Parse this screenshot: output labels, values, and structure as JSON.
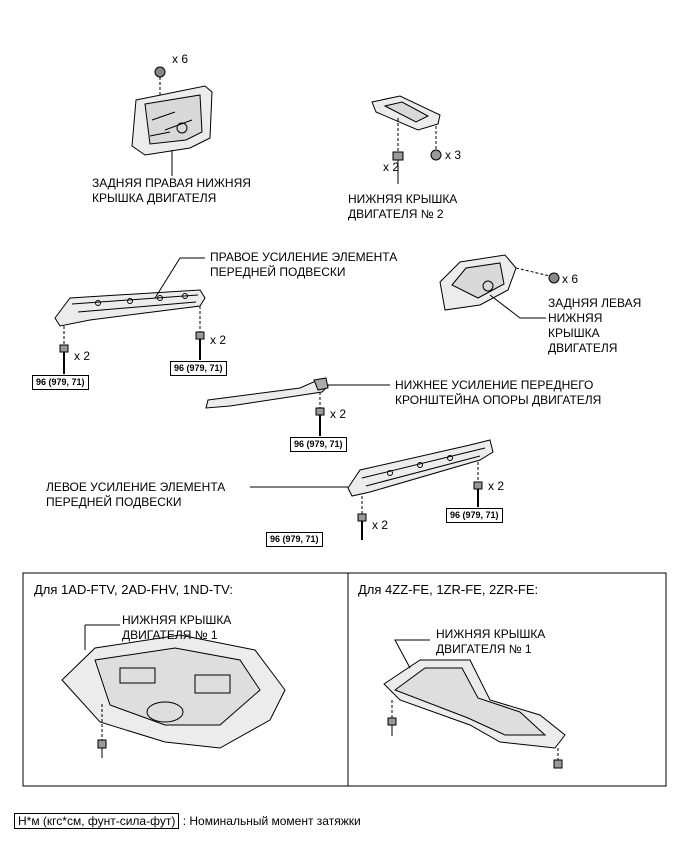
{
  "parts": {
    "rear_right_cover": {
      "lines": [
        "ЗАДНЯЯ ПРАВАЯ НИЖНЯЯ",
        "КРЫШКА ДВИГАТЕЛЯ"
      ],
      "qty": "x 6"
    },
    "engine_cover_2": {
      "lines": [
        "НИЖНЯЯ КРЫШКА",
        "ДВИГАТЕЛЯ № 2"
      ],
      "qty_a": "x 2",
      "qty_b": "x 3"
    },
    "right_reinforcement": {
      "lines": [
        "ПРАВОЕ УСИЛЕНИЕ ЭЛЕМЕНТА",
        "ПЕРЕДНЕЙ ПОДВЕСКИ"
      ],
      "qty_a": "x 2",
      "qty_b": "x 2"
    },
    "rear_left_cover": {
      "lines": [
        "ЗАДНЯЯ ЛЕВАЯ",
        "НИЖНЯЯ",
        "КРЫШКА",
        "ДВИГАТЕЛЯ"
      ],
      "qty": "x 6"
    },
    "lower_bracket_reinforcement": {
      "lines": [
        "НИЖНЕЕ УСИЛЕНИЕ ПЕРЕДНЕГО",
        "КРОНШТЕЙНА ОПОРЫ ДВИГАТЕЛЯ"
      ],
      "qty": "x 2"
    },
    "left_reinforcement": {
      "lines": [
        "ЛЕВОЕ УСИЛЕНИЕ ЭЛЕМЕНТА",
        "ПЕРЕДНЕЙ ПОДВЕСКИ"
      ],
      "qty_a": "x 2",
      "qty_b": "x 2"
    }
  },
  "torque_value": "96 (979, 71)",
  "variant_boxes": [
    {
      "header": "Для 1AD-FTV, 2AD-FHV, 1ND-TV:",
      "lines": [
        "НИЖНЯЯ КРЫШКА",
        "ДВИГАТЕЛЯ № 1"
      ]
    },
    {
      "header": "Для 4ZZ-FE, 1ZR-FE, 2ZR-FE:",
      "lines": [
        "НИЖНЯЯ КРЫШКА",
        "ДВИГАТЕЛЯ № 1"
      ]
    }
  ],
  "legend": {
    "key": "Н*м (кгс*см, фунт-сила-фут)",
    "text": ": Номинальный момент затяжки"
  }
}
